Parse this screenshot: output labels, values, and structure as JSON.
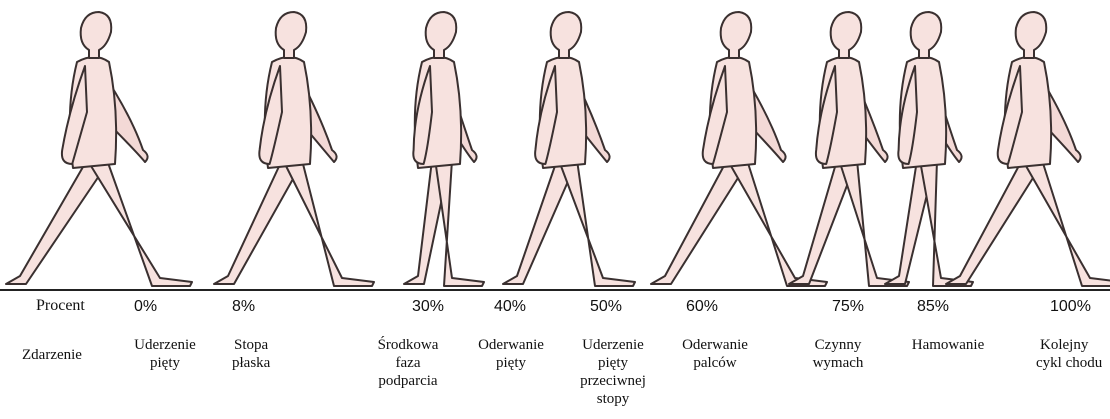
{
  "row_labels": {
    "percent": "Procent",
    "event": "Zdarzenie"
  },
  "phases": [
    {
      "percent": "0%",
      "event_lines": [
        "Uderzenie",
        "pięty"
      ]
    },
    {
      "percent": "8%",
      "event_lines": [
        "Stopa",
        "płaska"
      ]
    },
    {
      "percent": "30%",
      "event_lines": [
        "Środkowa",
        "faza",
        "podparcia"
      ]
    },
    {
      "percent": "40%",
      "event_lines": [
        "Oderwanie",
        "pięty"
      ]
    },
    {
      "percent": "50%",
      "event_lines": [
        "Uderzenie",
        "pięty",
        "przeciwnej",
        "stopy"
      ]
    },
    {
      "percent": "60%",
      "event_lines": [
        "Oderwanie",
        "palców"
      ]
    },
    {
      "percent": "75%",
      "event_lines": [
        "Czynny",
        "wymach"
      ]
    },
    {
      "percent": "85%",
      "event_lines": [
        "Hamowanie"
      ]
    },
    {
      "percent": "100%",
      "event_lines": [
        "Kolejny",
        "cykl chodu"
      ]
    }
  ],
  "colors": {
    "figure_fill": "#f7e2df",
    "figure_outline": "#3a3030",
    "ground_line": "#222222"
  }
}
